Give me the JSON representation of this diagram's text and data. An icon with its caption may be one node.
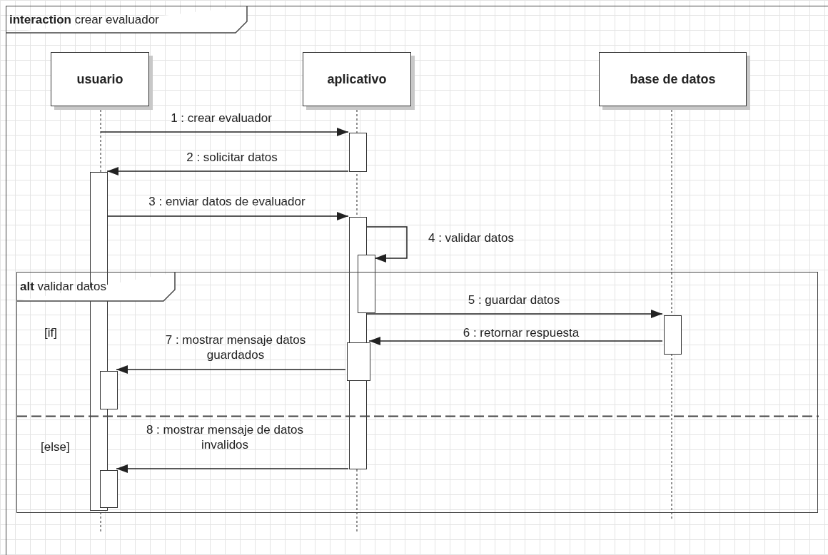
{
  "diagram": {
    "nodes": [
      {
        "text": [
          "**interaction** crear evaluador"
        ]
      },
      {
        "text": [
          "usuario"
        ],
        "in": 0
      },
      {
        "text": [
          "aplicativo"
        ],
        "in": 0
      },
      {
        "text": [
          "base de datos"
        ],
        "in": 0
      },
      {
        "text": [
          "**alt** validar datos",
          "[if]",
          "[else]"
        ],
        "in": 0
      },
      {
        "text": [],
        "shape": "bar",
        "in": 0
      },
      {
        "text": [],
        "shape": "bar",
        "in": 0
      },
      {
        "text": [],
        "shape": "bar",
        "in": 0
      },
      {
        "text": [],
        "shape": "bar",
        "in": 0
      },
      {
        "text": [],
        "shape": "bar",
        "in": 4
      },
      {
        "text": [],
        "shape": "bar",
        "in": 4
      },
      {
        "text": [],
        "shape": "bar",
        "in": 4
      },
      {
        "text": [],
        "shape": "bar",
        "in": 4
      }
    ],
    "edges": [
      {
        "from": null,
        "to": 5,
        "arrow": "to",
        "label": "1 : crear evaluador"
      },
      {
        "from": 5,
        "to": 6,
        "arrow": "to",
        "label": "2 : solicitar datos"
      },
      {
        "from": 6,
        "to": 7,
        "arrow": "to",
        "label": "3 : enviar datos de evaluador"
      },
      {
        "from": 7,
        "to": 8,
        "arrow": "to",
        "label": "4 : validar datos"
      },
      {
        "from": 7,
        "to": 9,
        "arrow": "to",
        "label": "5 : guardar datos"
      },
      {
        "from": 9,
        "to": 10,
        "arrow": "to",
        "label": "6 : retornar respuesta"
      },
      {
        "from": 10,
        "to": 11,
        "arrow": "to",
        "label": "7 : mostrar mensaje datos guardados"
      },
      {
        "from": 7,
        "to": 12,
        "arrow": "to",
        "label": "8 : mostrar mensaje de datos invalidos"
      }
    ]
  }
}
